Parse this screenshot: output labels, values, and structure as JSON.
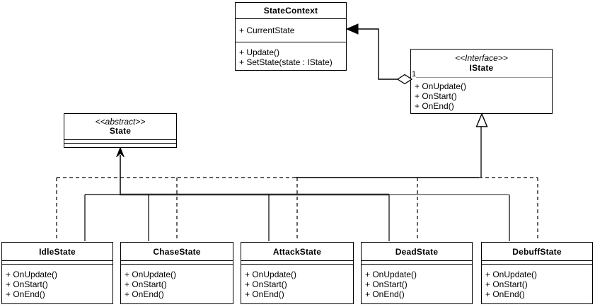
{
  "diagram": {
    "type": "uml-class-diagram",
    "colors": {
      "background": "#ffffff",
      "line": "#000000",
      "interface_divider": "#999999",
      "merged_generalization_trunk": "#2d2d2d",
      "single_generalization_trunk": "#8c8c8c"
    },
    "classes": {
      "stateContext": {
        "name": "StateContext",
        "attributes": [
          "+ CurrentState"
        ],
        "methods": [
          "+ Update()",
          "+ SetState(state : IState)"
        ]
      },
      "iState": {
        "stereotype": "<<Interface>>",
        "name": "IState",
        "methods": [
          "+ OnUpdate()",
          "+ OnStart()",
          "+ OnEnd()"
        ]
      },
      "state": {
        "stereotype": "<<abstract>>",
        "name": "State",
        "attributes": [],
        "methods": []
      },
      "idleState": {
        "name": "IdleState",
        "methods": [
          "+ OnUpdate()",
          "+ OnStart()",
          "+ OnEnd()"
        ]
      },
      "chaseState": {
        "name": "ChaseState",
        "methods": [
          "+ OnUpdate()",
          "+ OnStart()",
          "+ OnEnd()"
        ]
      },
      "attackState": {
        "name": "AttackState",
        "methods": [
          "+ OnUpdate()",
          "+ OnStart()",
          "+ OnEnd()"
        ]
      },
      "deadState": {
        "name": "DeadState",
        "methods": [
          "+ OnUpdate()",
          "+ OnStart()",
          "+ OnEnd()"
        ]
      },
      "debuffState": {
        "name": "DebuffState",
        "methods": [
          "+ OnUpdate()",
          "+ OnStart()",
          "+ OnEnd()"
        ]
      }
    },
    "edge_labels": {
      "aggregation_multiplicity": "1"
    },
    "relationships": [
      {
        "type": "aggregation-association",
        "from": "IState",
        "to": "StateContext",
        "source_decoration": "open-diamond",
        "target_decoration": "filled-arrow",
        "multiplicity_at_source": "1"
      },
      {
        "type": "generalization",
        "from": "IdleState",
        "to": "State"
      },
      {
        "type": "generalization",
        "from": "ChaseState",
        "to": "State"
      },
      {
        "type": "generalization",
        "from": "AttackState",
        "to": "State"
      },
      {
        "type": "generalization",
        "from": "DeadState",
        "to": "State"
      },
      {
        "type": "generalization",
        "from": "DebuffState",
        "to": "State"
      },
      {
        "type": "realization",
        "from": "IdleState",
        "to": "IState"
      },
      {
        "type": "realization",
        "from": "ChaseState",
        "to": "IState"
      },
      {
        "type": "realization",
        "from": "AttackState",
        "to": "IState"
      },
      {
        "type": "realization",
        "from": "DeadState",
        "to": "IState"
      },
      {
        "type": "realization",
        "from": "DebuffState",
        "to": "IState"
      }
    ]
  }
}
